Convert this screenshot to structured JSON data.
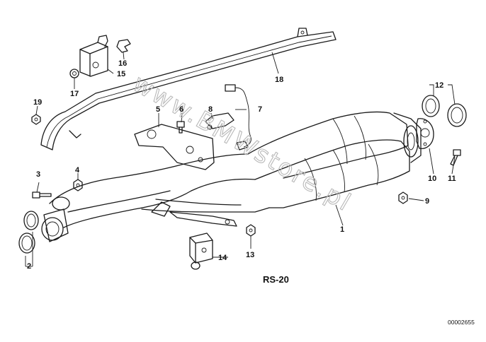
{
  "diagram": {
    "sheet_code": "RS-20",
    "document_number": "00002655",
    "watermark": "www.BMWstore.pl",
    "callouts": [
      "1",
      "2",
      "3",
      "4",
      "5",
      "6",
      "7",
      "8",
      "9",
      "10",
      "11",
      "12",
      "13",
      "14",
      "15",
      "16",
      "17",
      "18",
      "19"
    ]
  }
}
